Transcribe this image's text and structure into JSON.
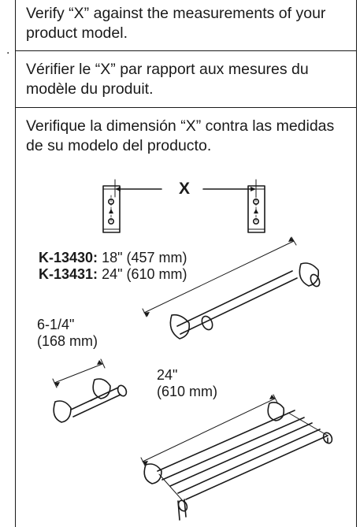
{
  "edge_mark": ".",
  "instructions": [
    "Verify “X” against the measurements of your product model.",
    "Vérifier le “X” par rapport aux mesures du modèle du produit.",
    "Verifique la dimensión “X” contra las medidas de su modelo del producto."
  ],
  "dimension_label": "X",
  "models": [
    {
      "code": "K-13430:",
      "size": "18\" (457 mm)"
    },
    {
      "code": "K-13431:",
      "size": "24\" (610 mm)"
    }
  ],
  "tissue_holder": {
    "size_in": "6-1/4\"",
    "size_mm": "(168 mm)"
  },
  "towel_shelf": {
    "size_in": "24\"",
    "size_mm": "(610 mm)"
  },
  "colors": {
    "ink": "#1a1a1a",
    "panel_border": "#1a1a1a"
  }
}
